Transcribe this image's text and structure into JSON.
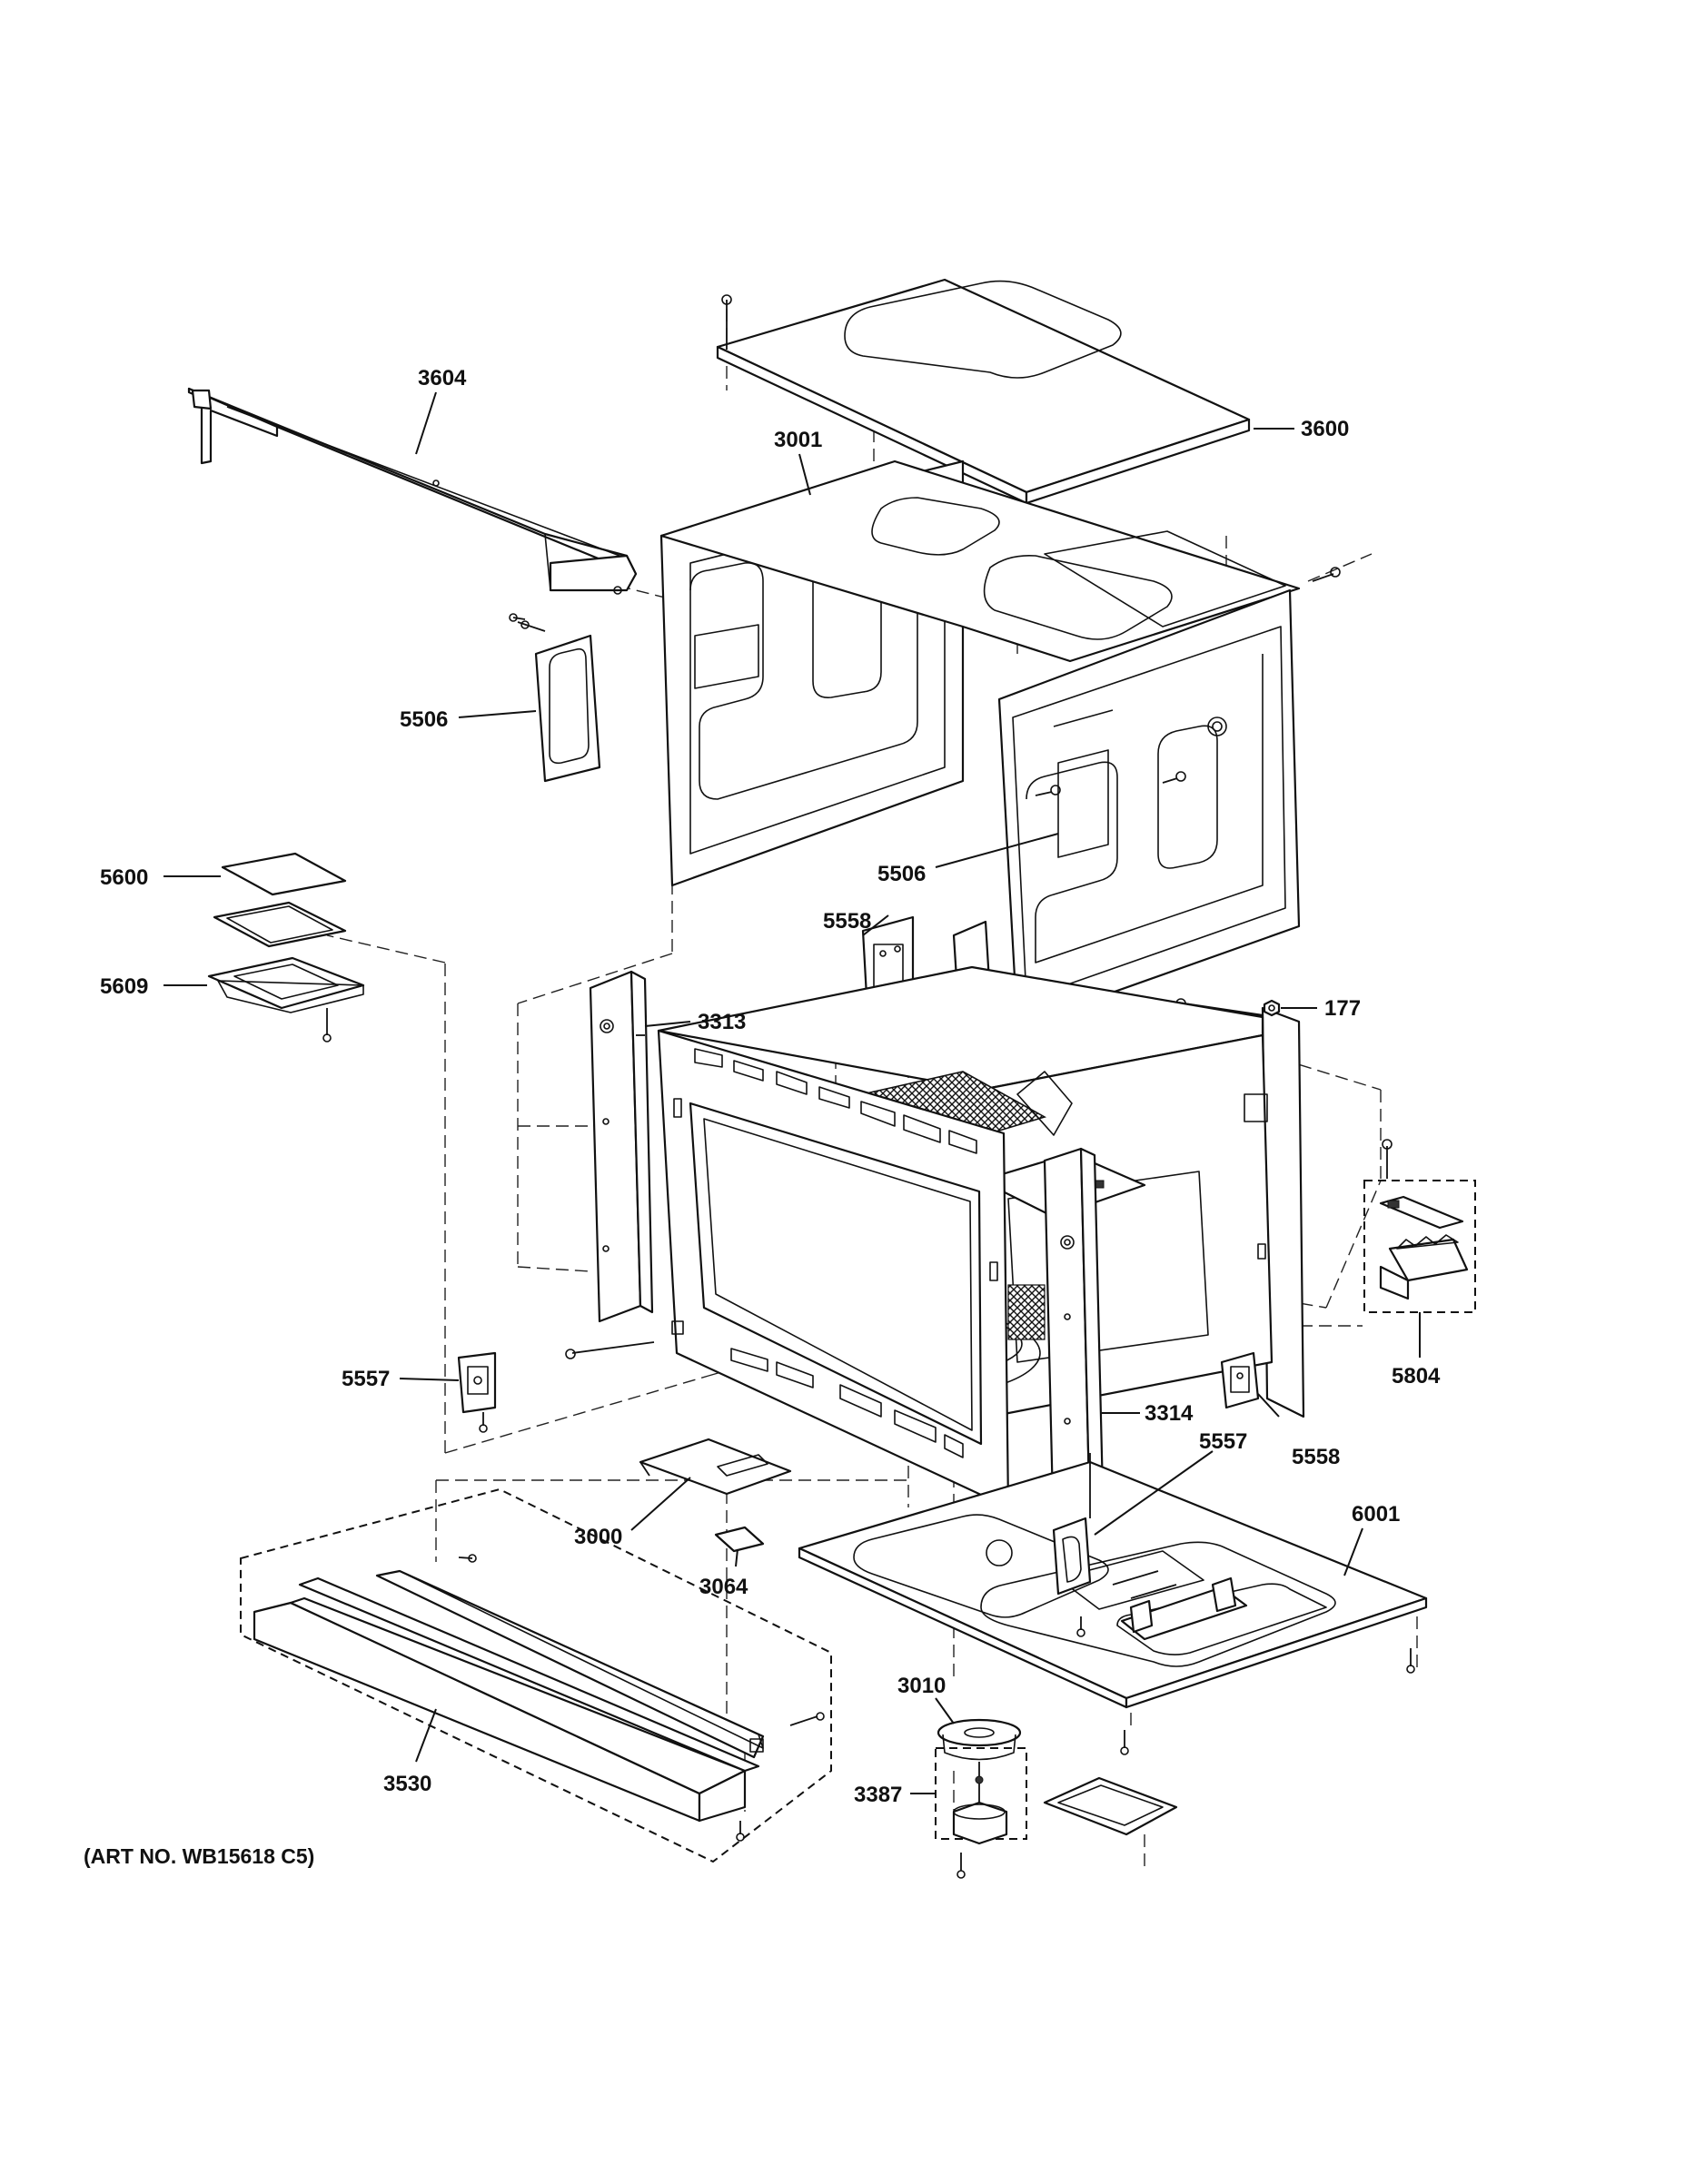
{
  "diagram": {
    "callouts": [
      {
        "id": "3604",
        "label": "3604"
      },
      {
        "id": "3600",
        "label": "3600"
      },
      {
        "id": "3001",
        "label": "3001"
      },
      {
        "id": "5506a",
        "label": "5506"
      },
      {
        "id": "5506b",
        "label": "5506"
      },
      {
        "id": "5600",
        "label": "5600"
      },
      {
        "id": "5609",
        "label": "5609"
      },
      {
        "id": "5558a",
        "label": "5558"
      },
      {
        "id": "3313",
        "label": "3313"
      },
      {
        "id": "177",
        "label": "177"
      },
      {
        "id": "5804",
        "label": "5804"
      },
      {
        "id": "5557a",
        "label": "5557"
      },
      {
        "id": "3314",
        "label": "3314"
      },
      {
        "id": "5558b",
        "label": "5558"
      },
      {
        "id": "5557b",
        "label": "5557"
      },
      {
        "id": "6001",
        "label": "6001"
      },
      {
        "id": "3000",
        "label": "3000"
      },
      {
        "id": "3064",
        "label": "3064"
      },
      {
        "id": "3010",
        "label": "3010"
      },
      {
        "id": "3387",
        "label": "3387"
      },
      {
        "id": "3530",
        "label": "3530"
      }
    ],
    "art_number": "(ART NO. WB15618 C5)"
  }
}
